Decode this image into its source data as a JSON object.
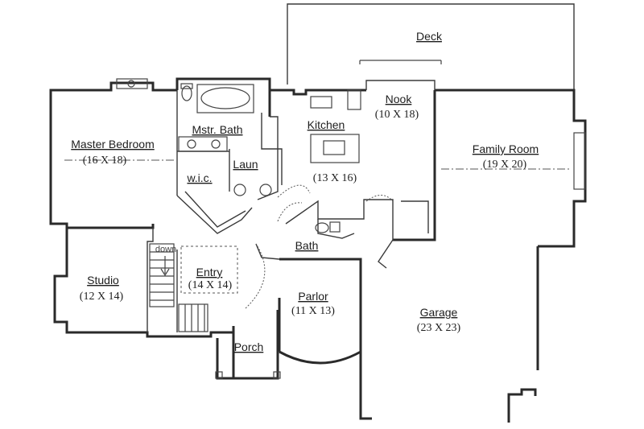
{
  "rooms": {
    "deck": {
      "name": "Deck"
    },
    "nook": {
      "name": "Nook",
      "dims": "(10 X 18)"
    },
    "kitchen": {
      "name": "Kitchen",
      "dims": "(13 X 16)"
    },
    "family_room": {
      "name": "Family Room",
      "dims": "(19 X 20)"
    },
    "master_bedroom": {
      "name": "Master Bedroom",
      "dims": "(16 X 18)"
    },
    "master_bath": {
      "name": "Mstr. Bath"
    },
    "laundry": {
      "name": "Laun"
    },
    "walk_in_closet": {
      "name": "w.i.c."
    },
    "bath": {
      "name": "Bath"
    },
    "studio": {
      "name": "Studio",
      "dims": "(12 X 14)"
    },
    "entry": {
      "name": "Entry",
      "dims": "(14 X 14)"
    },
    "parlor": {
      "name": "Parlor",
      "dims": "(11 X 13)"
    },
    "garage": {
      "name": "Garage",
      "dims": "(23 X 23)"
    },
    "porch": {
      "name": "Porch"
    }
  },
  "stairs": {
    "label": "down"
  }
}
